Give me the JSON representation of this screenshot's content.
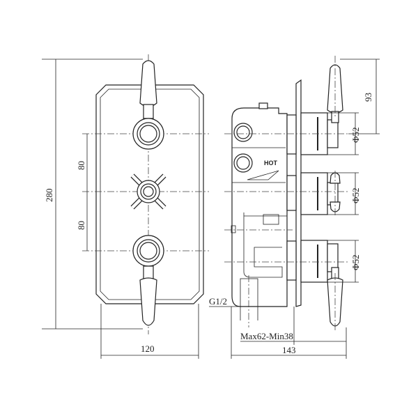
{
  "drawing": {
    "front_view": {
      "height_label": "280",
      "upper_spacing_label": "80",
      "lower_spacing_label": "80",
      "width_label": "120"
    },
    "side_view": {
      "top_offset_label": "93",
      "valve_diameter_labels": [
        "Φ52",
        "Φ52",
        "Φ52"
      ],
      "inlet_label": "HOT",
      "thread_label": "G1/2",
      "depth_range_label": "Max62-Min38",
      "total_depth_label": "143"
    }
  }
}
